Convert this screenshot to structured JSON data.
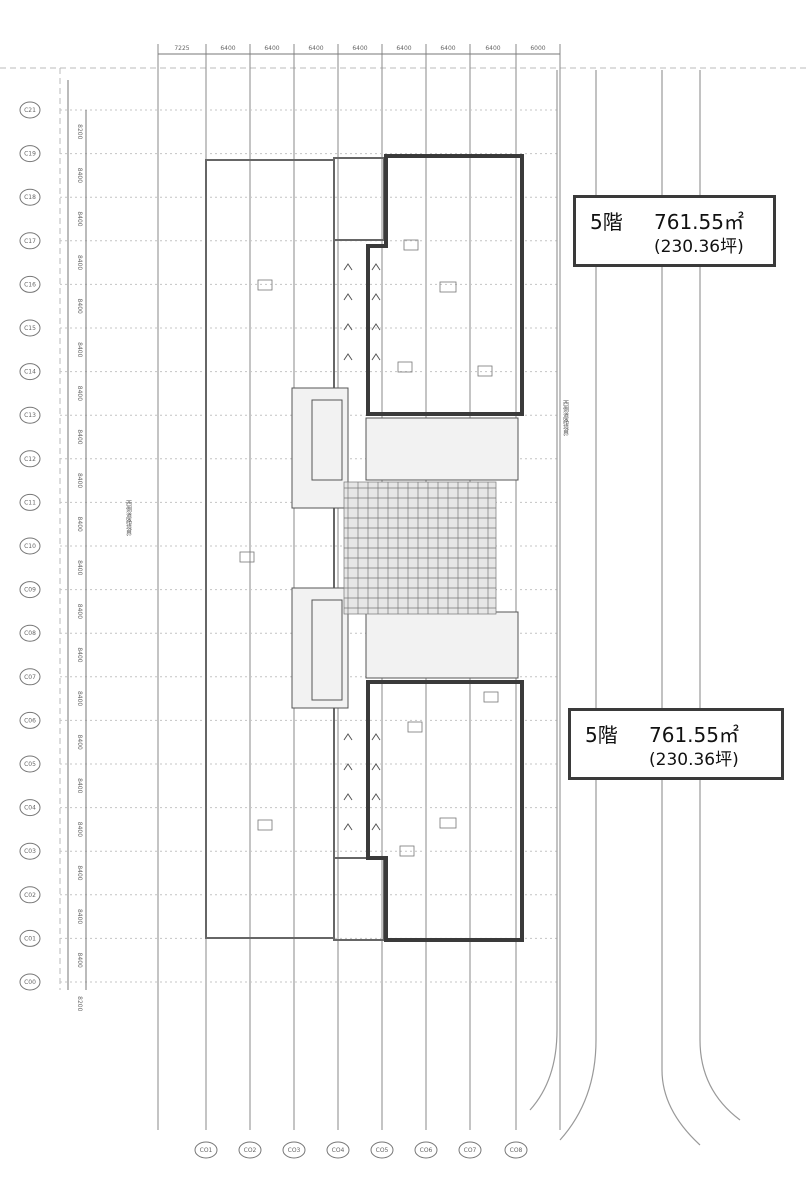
{
  "floor_plan": {
    "column_axes_top": [
      "7225",
      "6400",
      "6400",
      "6400",
      "6400",
      "6400",
      "6400",
      "6400",
      "6000"
    ],
    "column_axes_bottom": [
      "CO1",
      "CO2",
      "CO3",
      "CO4",
      "CO5",
      "CO6",
      "CO7",
      "CO8"
    ],
    "row_axes": [
      "C21",
      "C19",
      "C18",
      "C17",
      "C16",
      "C15",
      "C14",
      "C13",
      "C12",
      "C11",
      "C10",
      "C09",
      "C08",
      "C07",
      "C06",
      "C05",
      "C04",
      "C03",
      "C02",
      "C01",
      "C00"
    ],
    "row_dimensions": [
      "8200",
      "8400",
      "8400",
      "8400",
      "8400",
      "8400",
      "8400",
      "8400",
      "8400",
      "8400",
      "8400",
      "8400",
      "8400",
      "8400",
      "8400",
      "8400",
      "8400",
      "8400",
      "8400",
      "8400",
      "8200"
    ],
    "top_road_label": "西側道路境界",
    "bottom_road_label": "西側道路境界"
  },
  "area_labels": [
    {
      "floor": "5階",
      "area": "761.55㎡",
      "tsubo": "(230.36坪)"
    },
    {
      "floor": "5階",
      "area": "761.55㎡",
      "tsubo": "(230.36坪)"
    }
  ]
}
